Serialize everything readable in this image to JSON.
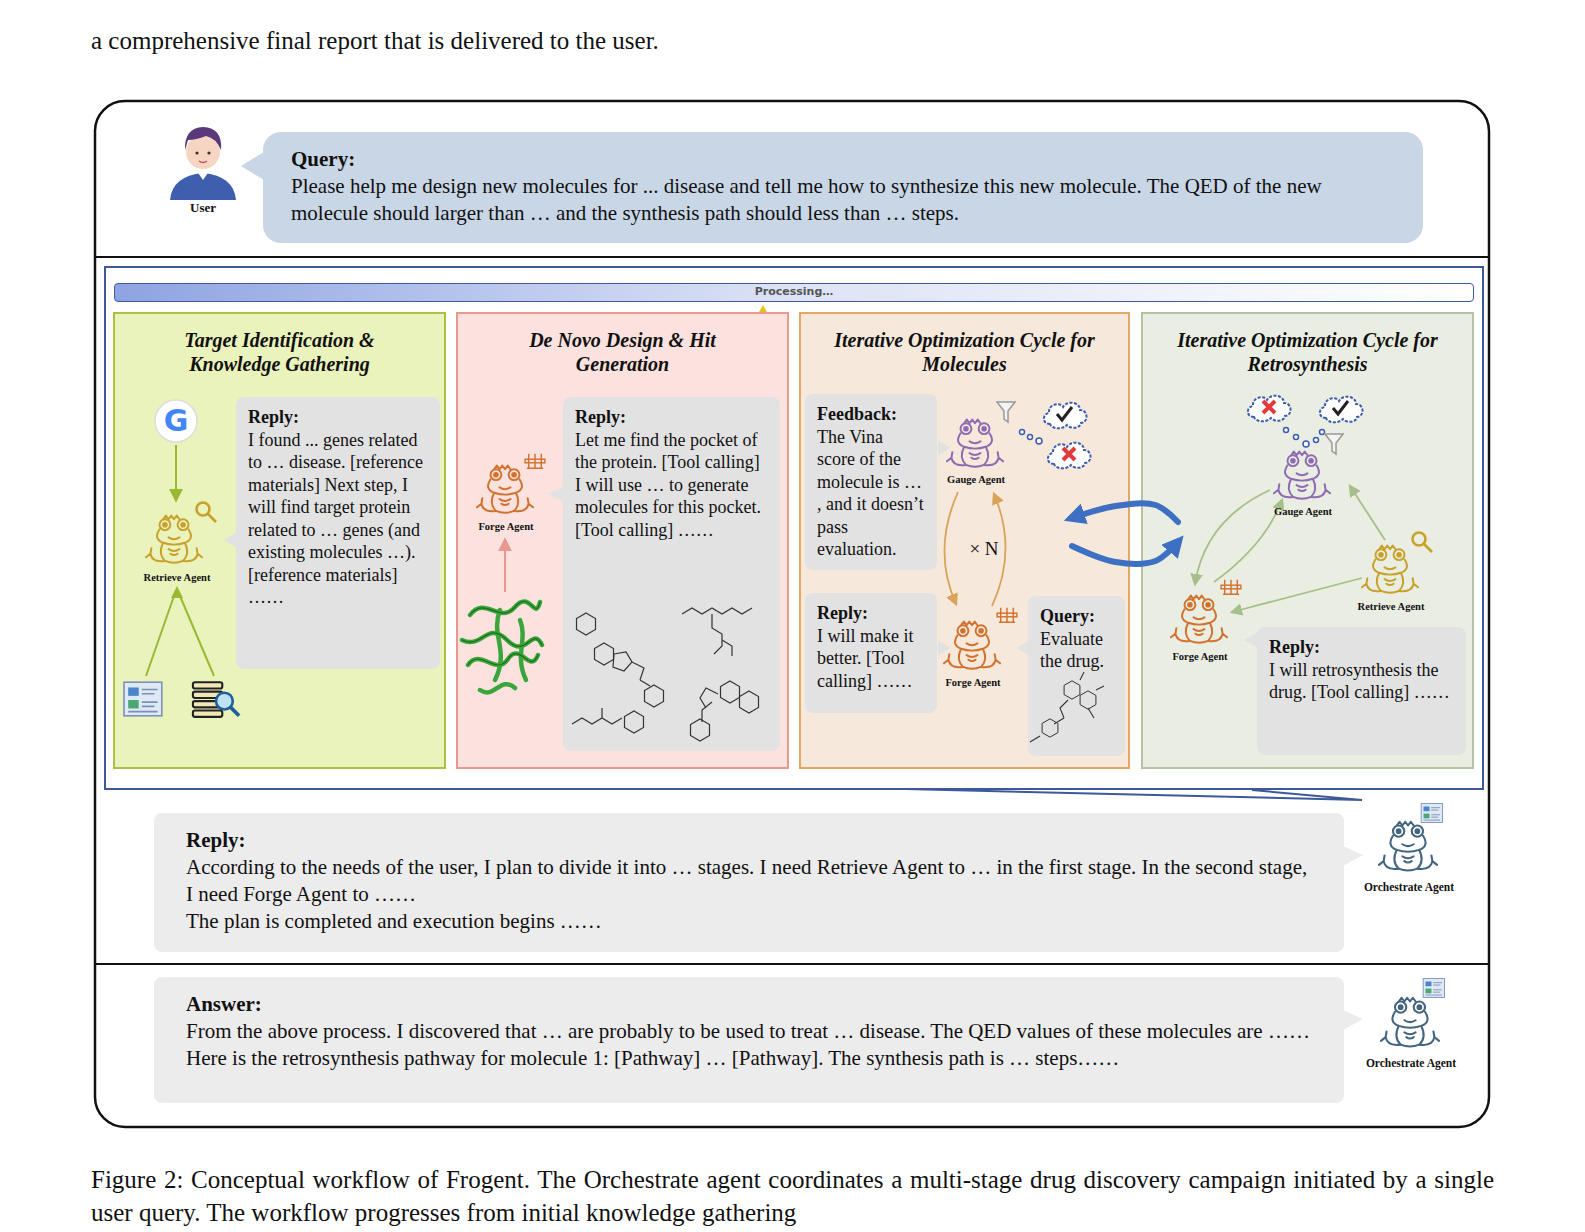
{
  "diagram": {
    "caption": "Figure 2: Conceptual workflow of Frogent. The Orchestrate agent coordinates a multi-stage drug discovery campaign initiated by a single user query. The workflow progresses from initial knowledge gathering",
    "nodes": [
      {
        "text": [
          "Query:",
          "Please help me design new molecules for ... disease and tell me how to synthesize this new molecule. The QED of the new molecule should larger than … and the synthesis path should less than … steps."
        ]
      },
      {
        "text": [
          "Processing…"
        ]
      },
      {
        "text": [
          "Target Identification & Knowledge Gathering"
        ]
      },
      {
        "text": [
          "Reply:",
          "I found ... genes related to … disease. [reference materials] Next step, I will find target protein related to … genes (and existing molecules …). [reference materials] ……"
        ],
        "in": 2
      },
      {
        "text": [
          "De Novo Design & Hit Generation"
        ]
      },
      {
        "text": [
          "Reply:",
          "Let me find the pocket of the protein. [Tool calling] I will use … to generate molecules for this pocket. [Tool calling] ……"
        ],
        "in": 4
      },
      {
        "text": [
          "Iterative Optimization Cycle for Molecules"
        ]
      },
      {
        "text": [
          "Feedback:",
          "The Vina score of the molecule is … , and it doesn’t pass evaluation."
        ],
        "in": 6
      },
      {
        "text": [
          "Reply:",
          "I will make it better. [Tool calling] ……"
        ],
        "in": 6
      },
      {
        "text": [
          "Query:",
          "Evaluate the drug."
        ],
        "in": 6
      },
      {
        "text": [
          "Iterative Optimization Cycle for Retrosynthesis"
        ]
      },
      {
        "text": [
          "Reply:",
          "I will retrosynthesis the drug. [Tool calling] ……"
        ],
        "in": 10
      },
      {
        "text": [
          "Reply:",
          "According to the needs of the user, I plan to divide it into … stages. I need Retrieve Agent to … in the first stage. In the second stage, I need Forge Agent to ……",
          "The plan is completed and execution begins ……"
        ]
      },
      {
        "text": [
          "Answer:",
          "From the above process. I discovered that … are probably to be used to treat … disease. The QED values of these molecules are ……",
          "Here is the retrosynthesis pathway for molecule 1: [Pathway] … [Pathway]. The synthesis path is … steps……"
        ]
      }
    ],
    "edges": [
      {
        "from": 6,
        "to": 10,
        "arrow": "both"
      }
    ],
    "labels": [
      "a comprehensive final report that is delivered to the user.",
      "User",
      "G",
      "Retrieve Agent",
      "Forge Agent",
      "Gauge Agent",
      "× N",
      "Forge Agent",
      "Gauge Agent",
      "Retrieve Agent",
      "Forge Agent",
      "Orchestrate Agent",
      "Orchestrate Agent"
    ]
  }
}
